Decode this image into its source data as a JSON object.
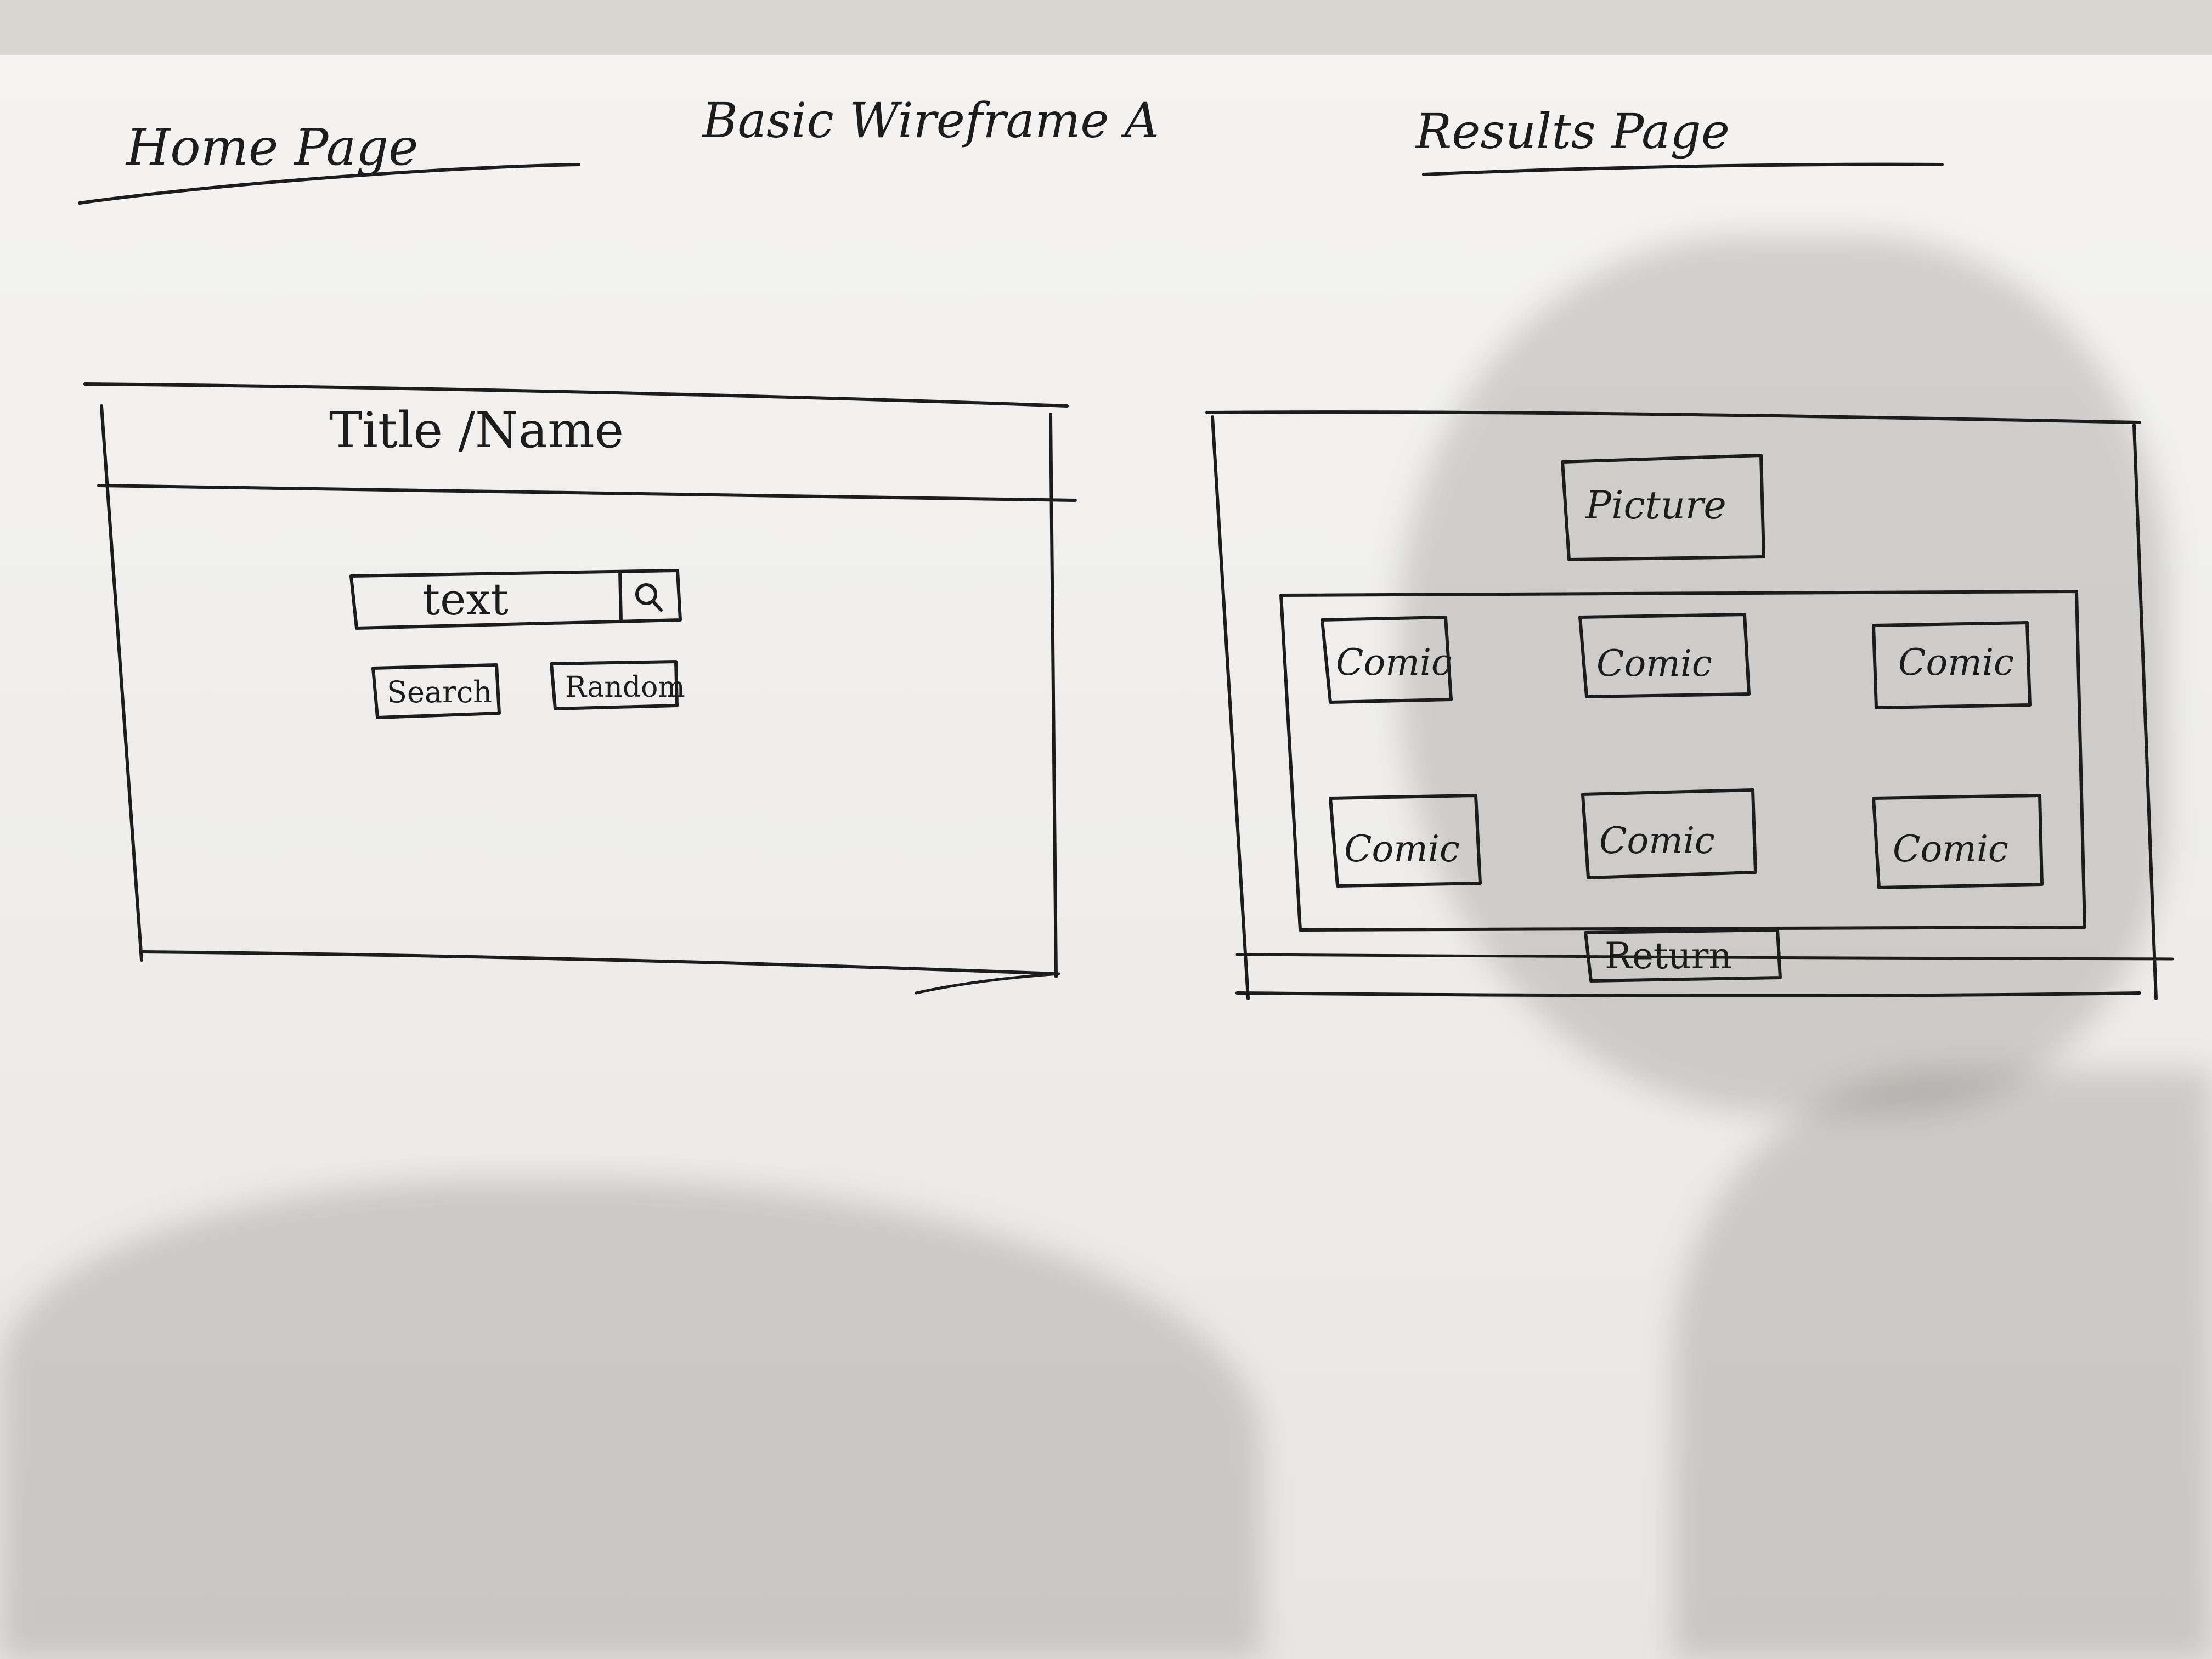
{
  "headings": {
    "home_page": "Home Page",
    "wireframe": "Basic Wireframe A",
    "results_page": "Results Page"
  },
  "home": {
    "title": "Title /Name",
    "search_text": "text",
    "search_icon": "magnifier-icon",
    "search_button": "Search",
    "random_button": "Random"
  },
  "results": {
    "picture": "Picture",
    "comics": [
      "Comic",
      "Comic",
      "Comic",
      "Comic",
      "Comic",
      "Comic"
    ],
    "return_button": "Return"
  },
  "colors": {
    "ink": "#1c1c1c",
    "paper": "#f2f1ef"
  }
}
